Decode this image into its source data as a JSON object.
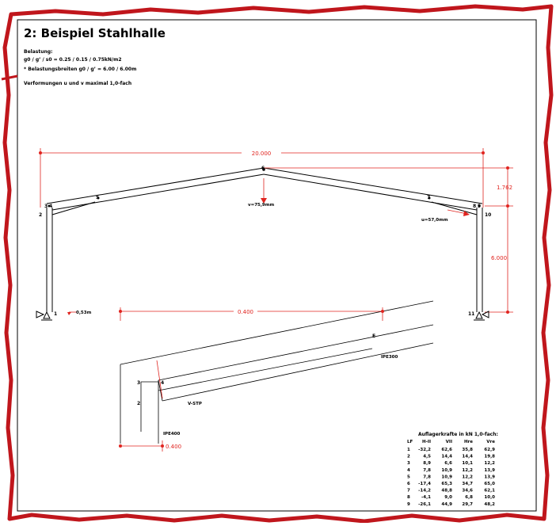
{
  "title": "2:  Beispiel Stahlhalle",
  "load_heading": "Belastung:",
  "load_line1": "g0 / g’ / s0  =  0.25 / 0.15 / 0.75kN/m2",
  "load_line2": "*  Belastungsbreiten g0 / g’  =  6.00 / 6.00m",
  "deformation_note": "Verformungen  u und v maximal 1,0-fach",
  "frame": {
    "span_label": "20.000",
    "rise_label": "1.762",
    "column_height_label": "6.000",
    "v_label": "v=75,9mm",
    "u_label": "u=57,0mm",
    "support_disp_label": "0,53m",
    "nodes": {
      "n1": "1",
      "n2": "2",
      "n3": "3",
      "n4": "4",
      "n5": "5",
      "n6": "6",
      "n7": "7",
      "n8": "8",
      "n9": "9",
      "n10": "10",
      "n11": "11"
    }
  },
  "detail": {
    "haunch_length_label": "0.400",
    "column_width_label": "0.400",
    "rafter_profile": "IPE300",
    "column_profile": "IPE400",
    "haunch_label": "V-STP",
    "node_e": "E",
    "node_3": "3",
    "node_4": "4",
    "node_2": "2"
  },
  "table": {
    "title": "Auflagerkrafte in kN 1,0-fach:",
    "headers": [
      "LF",
      "H-II",
      "VII",
      "Hre",
      "Vre"
    ],
    "rows": [
      [
        "1",
        "-32,2",
        "62,6",
        "35,8",
        "62,9"
      ],
      [
        "2",
        "4,5",
        "14,4",
        "14,4",
        "19,8"
      ],
      [
        "3",
        "8,9",
        "6,6",
        "10,1",
        "12,2"
      ],
      [
        "4",
        "7,8",
        "10,9",
        "12,2",
        "13,9"
      ],
      [
        "5",
        "7,8",
        "10,9",
        "12,2",
        "13,9"
      ],
      [
        "6",
        "-17,4",
        "65,3",
        "34,7",
        "65,0"
      ],
      [
        "7",
        "-14,2",
        "48,8",
        "34,6",
        "62,1"
      ],
      [
        "8",
        "-4,1",
        "9,0",
        "6,8",
        "10,0"
      ],
      [
        "9",
        "-26,1",
        "44,9",
        "29,7",
        "48,2"
      ]
    ]
  },
  "colors": {
    "border": "#c0161c",
    "dim": "#e0241f",
    "ink": "#000000"
  }
}
